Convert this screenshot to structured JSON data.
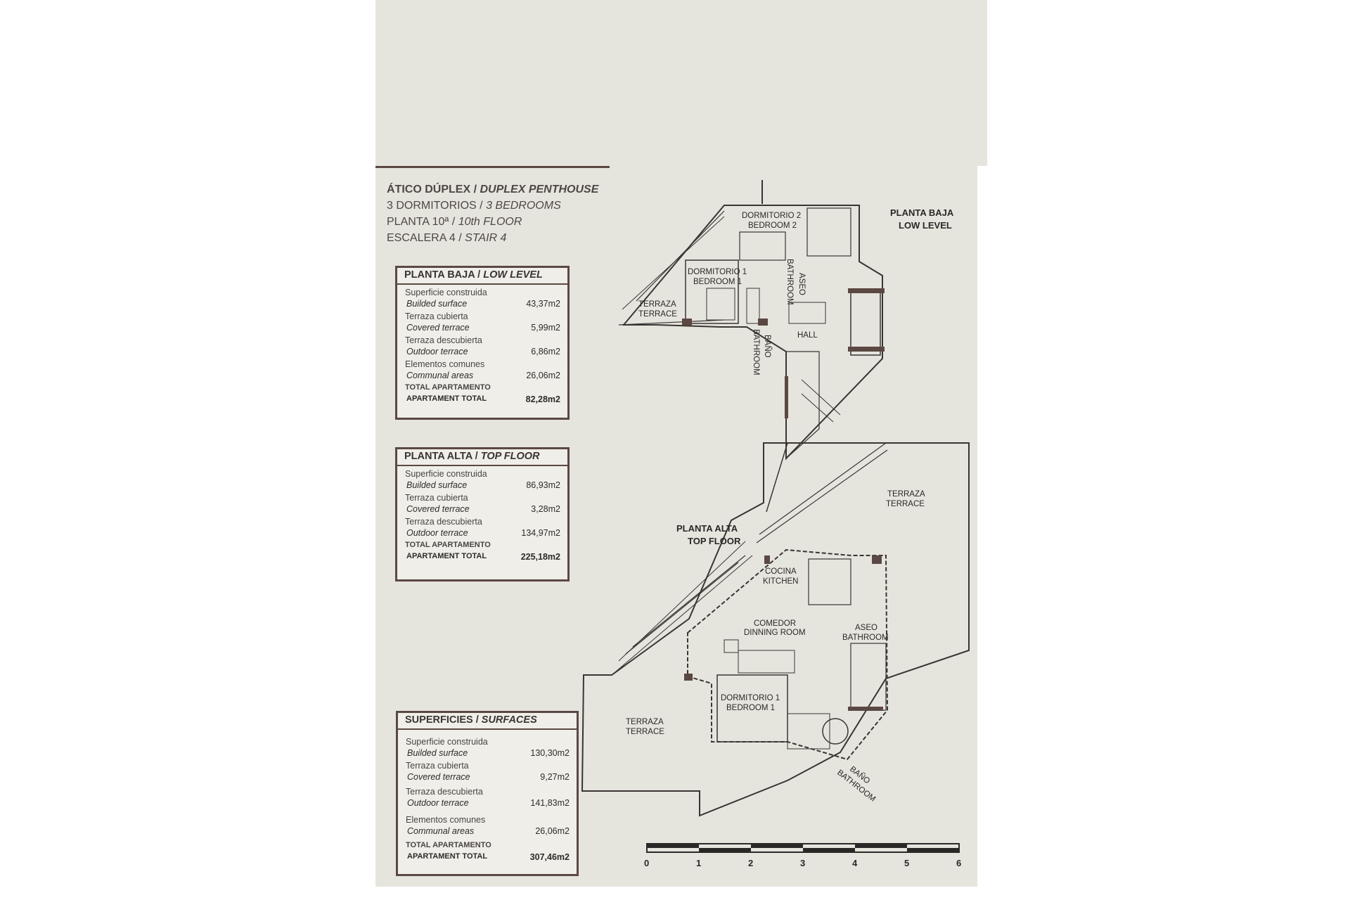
{
  "header": {
    "line1_es": "ÁTICO DÚPLEX /",
    "line1_en": "DUPLEX PENTHOUSE",
    "line2_es": "3 DORMITORIOS /",
    "line2_en": "3 BEDROOMS",
    "line3_es": "PLANTA 10ª /",
    "line3_en": "10th FLOOR",
    "line4_es": "ESCALERA 4 /",
    "line4_en": "STAIR 4"
  },
  "low_level_box": {
    "title_es": "PLANTA BAJA /",
    "title_en": "LOW LEVEL",
    "rows": [
      {
        "es": "Superficie construida",
        "en": "Builded surface",
        "value": "43,37m2"
      },
      {
        "es": "Terraza cubierta",
        "en": "Covered terrace",
        "value": "5,99m2"
      },
      {
        "es": "Terraza descubierta",
        "en": "Outdoor terrace",
        "value": "6,86m2"
      },
      {
        "es": "Elementos comunes",
        "en": "Communal areas",
        "value": "26,06m2"
      }
    ],
    "total": {
      "es": "TOTAL APARTAMENTO",
      "en": "APARTAMENT TOTAL",
      "value": "82,28m2"
    }
  },
  "top_floor_box": {
    "title_es": "PLANTA ALTA /",
    "title_en": "TOP FLOOR",
    "rows": [
      {
        "es": "Superficie construida",
        "en": "Builded surface",
        "value": "86,93m2"
      },
      {
        "es": "Terraza cubierta",
        "en": "Covered terrace",
        "value": "3,28m2"
      },
      {
        "es": "Terraza descubierta",
        "en": "Outdoor terrace",
        "value": "134,97m2"
      }
    ],
    "total": {
      "es": "TOTAL APARTAMENTO",
      "en": "APARTAMENT TOTAL",
      "value": "225,18m2"
    }
  },
  "surfaces_box": {
    "title_es": "SUPERFICIES /",
    "title_en": "SURFACES",
    "rows": [
      {
        "es": "Superficie construida",
        "en": "Builded surface",
        "value": "130,30m2"
      },
      {
        "es": "Terraza cubierta",
        "en": "Covered terrace",
        "value": "9,27m2"
      },
      {
        "es": "Terraza descubierta",
        "en": "Outdoor terrace",
        "value": "141,83m2"
      },
      {
        "es": "Elementos comunes",
        "en": "Communal areas",
        "value": "26,06m2"
      }
    ],
    "total": {
      "es": "TOTAL APARTAMENTO",
      "en": "APARTAMENT TOTAL",
      "value": "307,46m2"
    }
  },
  "plan_labels": {
    "low_level_title_1": "PLANTA BAJA",
    "low_level_title_2": "LOW LEVEL",
    "top_floor_title_1": "PLANTA ALTA",
    "top_floor_title_2": "TOP FLOOR",
    "ll_dorm2_es": "DORMITORIO 2",
    "ll_dorm2_en": "BEDROOM 2",
    "ll_dorm1_es": "DORMITORIO 1",
    "ll_dorm1_en": "BEDROOM 1",
    "ll_terraza_es": "TERRAZA",
    "ll_terraza_en": "TERRACE",
    "ll_hall": "HALL",
    "ll_aseo": "ASEO",
    "ll_bathroom_v": "BATHROOM",
    "ll_bano": "BAÑO",
    "ll_bathroom2": "BATHROOM",
    "tf_terraza_es": "TERRAZA",
    "tf_terraza_en": "TERRACE",
    "tf_cocina_es": "COCINA",
    "tf_cocina_en": "KITCHEN",
    "tf_comedor_es": "COMEDOR",
    "tf_comedor_en": "DINNING ROOM",
    "tf_aseo_es": "ASEO",
    "tf_aseo_en": "BATHROOM",
    "tf_dorm1_es": "DORMITORIO 1",
    "tf_dorm1_en": "BEDROOM 1",
    "tf_terraza2_es": "TERRAZA",
    "tf_terraza2_en": "TERRACE",
    "tf_bano_es": "BAÑO",
    "tf_bano_en": "BATHROOM"
  },
  "scale_bar": {
    "ticks": [
      "0",
      "1",
      "2",
      "3",
      "4",
      "5",
      "6"
    ]
  }
}
